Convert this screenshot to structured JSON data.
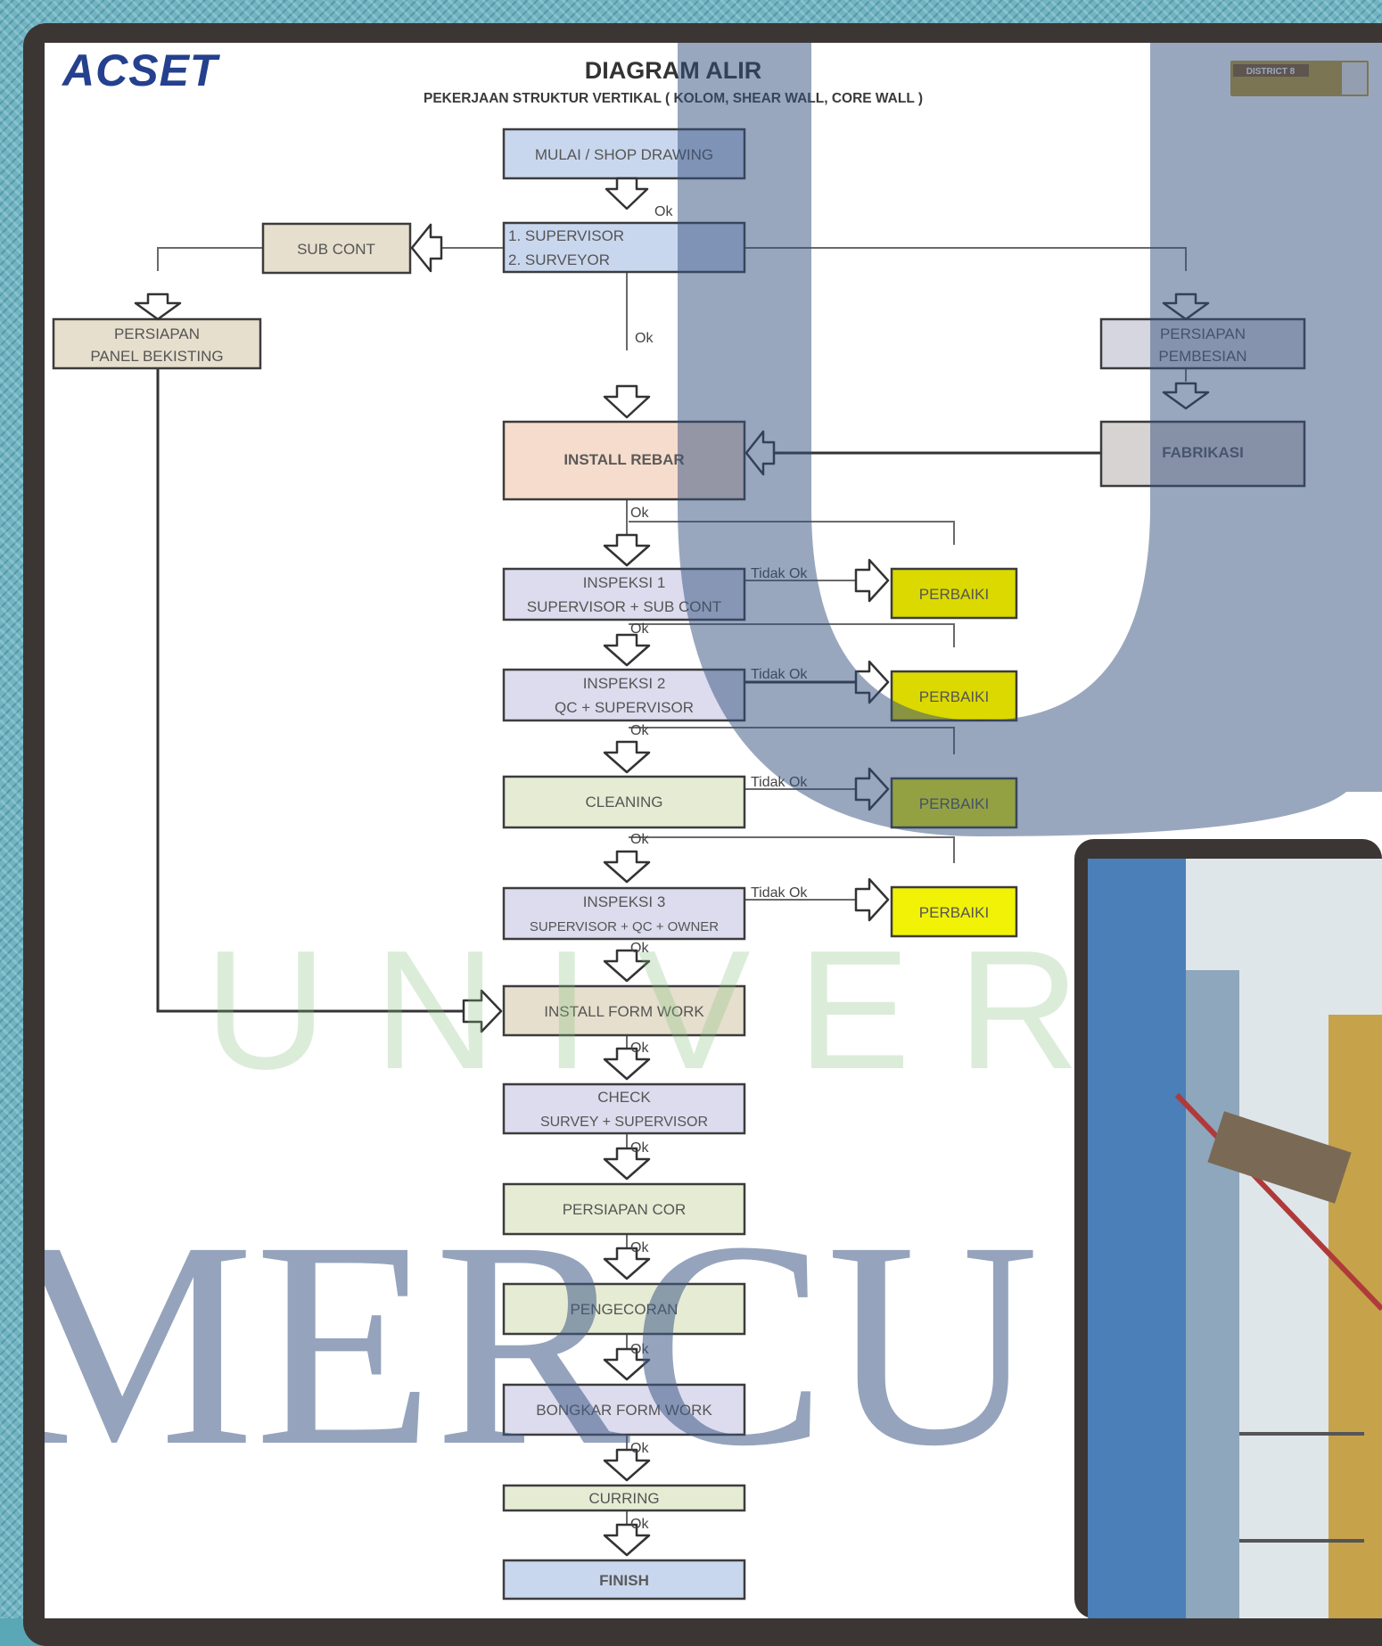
{
  "header": {
    "title": "DIAGRAM ALIR",
    "subtitle": "PEKERJAAN STRUKTUR VERTIKAL ( KOLOM, SHEAR WALL, CORE WALL )",
    "logo": "ACSET",
    "right_logo": "DISTRICT 8"
  },
  "watermark": {
    "line1": "U N I V E R S",
    "line2": "MERCU B"
  },
  "nodes": {
    "mulai": "MULAI / SHOP DRAWING",
    "supervisor": "1. SUPERVISOR",
    "surveyor": "2. SURVEYOR",
    "sub_cont": "SUB CONT",
    "persiapan_panel_1": "PERSIAPAN",
    "persiapan_panel_2": "PANEL BEKISTING",
    "persiapan_pembesian_1": "PERSIAPAN",
    "persiapan_pembesian_2": "PEMBESIAN",
    "fabrikasi": "FABRIKASI",
    "install_rebar": "INSTALL REBAR",
    "inspeksi1_1": "INSPEKSI 1",
    "inspeksi1_2": "SUPERVISOR + SUB CONT",
    "inspeksi2_1": "INSPEKSI  2",
    "inspeksi2_2": "QC + SUPERVISOR",
    "cleaning": "CLEANING",
    "inspeksi3_1": "INSPEKSI 3",
    "inspeksi3_2": "SUPERVISOR + QC + OWNER",
    "perbaiki": "PERBAIKI",
    "install_form_work": "INSTALL FORM WORK",
    "check_1": "CHECK",
    "check_2": "SURVEY + SUPERVISOR",
    "persiapan_cor": "PERSIAPAN COR",
    "pengecoran": "PENGECORAN",
    "bongkar": "BONGKAR FORM WORK",
    "curring": "CURRING",
    "finish": "FINISH"
  },
  "labels": {
    "ok": "Ok",
    "tidak_ok": "Tidak Ok"
  },
  "colors": {
    "blue_box": "#c9d7ee",
    "peach_box": "#f6dccc",
    "beige_box": "#e6dfcd",
    "lavender_box": "#dcdcee",
    "green_box": "#e6ecd4",
    "yellow_box": "#f2f207",
    "yellow_box_dark": "#dcd900"
  }
}
